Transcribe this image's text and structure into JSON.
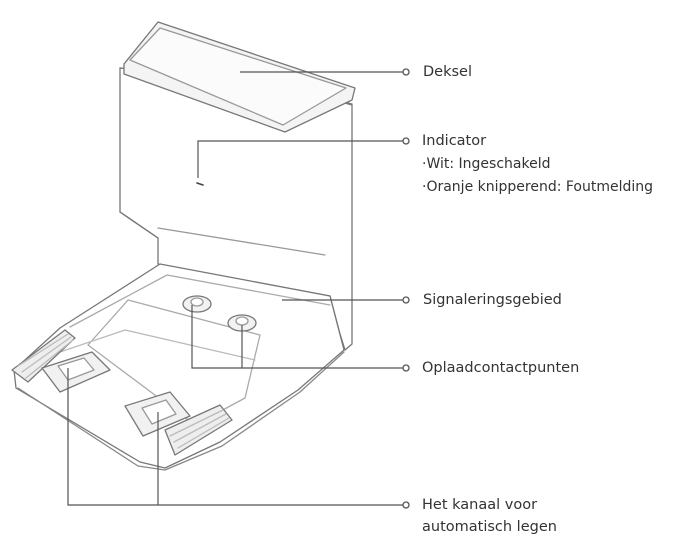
{
  "labels": {
    "deksel": "Deksel",
    "indicator": "Indicator",
    "indicator_white": "·Wit: Ingeschakeld",
    "indicator_orange": "·Oranje knipperend: Foutmelding",
    "signal_area": "Signaleringsgebied",
    "charging_contacts": "Oplaadcontactpunten",
    "channel_line1": "Het kanaal voor",
    "channel_line2": "automatisch legen"
  },
  "colors": {
    "stroke": "#6b6b6b",
    "fill": "#ffffff",
    "text": "#333333"
  }
}
